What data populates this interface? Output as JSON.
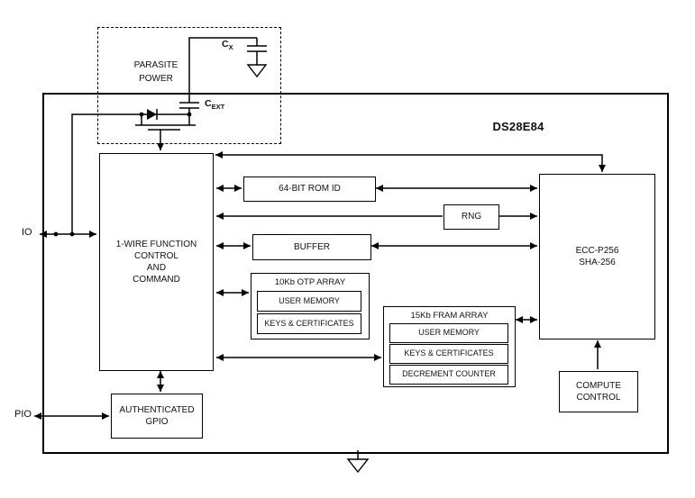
{
  "chip": {
    "name": "DS28E84"
  },
  "pins": {
    "io": "IO",
    "pio": "PIO"
  },
  "parasite": {
    "label": "PARASITE\nPOWER",
    "cx": {
      "base": "C",
      "sub": "X"
    },
    "cext": {
      "base": "C",
      "sub": "EXT"
    }
  },
  "blocks": {
    "one_wire": {
      "label": "1-WIRE FUNCTION\nCONTROL\nAND\nCOMMAND"
    },
    "rom_id": {
      "label": "64-BIT ROM ID"
    },
    "rng": {
      "label": "RNG"
    },
    "buffer": {
      "label": "BUFFER"
    },
    "otp": {
      "title": "10Kb OTP ARRAY",
      "items": [
        "USER MEMORY",
        "KEYS & CERTIFICATES"
      ]
    },
    "fram": {
      "title": "15Kb FRAM ARRAY",
      "items": [
        "USER MEMORY",
        "KEYS & CERTIFICATES",
        "DECREMENT COUNTER"
      ]
    },
    "ecc": {
      "label": "ECC-P256\nSHA-256"
    },
    "compute": {
      "label": "COMPUTE\nCONTROL"
    },
    "gpio": {
      "label": "AUTHENTICATED\nGPIO"
    }
  },
  "colors": {
    "line": "#000000",
    "background": "#ffffff"
  }
}
